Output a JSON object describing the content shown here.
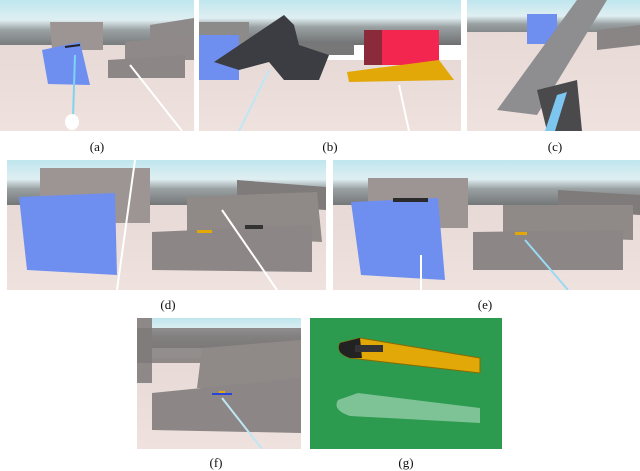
{
  "figure": {
    "panels": [
      {
        "id": "a",
        "caption": "(a)",
        "description": "VR scene: blue cube with object on top, pointer ray, grey stairs"
      },
      {
        "id": "b",
        "caption": "(b)",
        "description": "Handgun and yellow utility knife held in VR"
      },
      {
        "id": "c",
        "caption": "(c)",
        "description": "Close-up of handgun held in VR hand"
      },
      {
        "id": "d",
        "caption": "(d)",
        "description": "Blue cube, stairs with knife and gun, pointer ray"
      },
      {
        "id": "e",
        "caption": "(e)",
        "description": "Gun placed on blue cube, ray pointing at knife on stairs"
      },
      {
        "id": "f",
        "caption": "(f)",
        "description": "Close-up of stairs with small selected object"
      },
      {
        "id": "g",
        "caption": "(g)",
        "description": "Utility knife model and translucent ghost copy on green background"
      }
    ]
  },
  "colors": {
    "cube_blue": "#6f8ff0",
    "stairs_grey": "#8f8988",
    "floor": "#e9dbd8",
    "green_bg": "#2c9a4f",
    "knife_yellow": "#e2a807",
    "pink_box": "#f2264f"
  }
}
